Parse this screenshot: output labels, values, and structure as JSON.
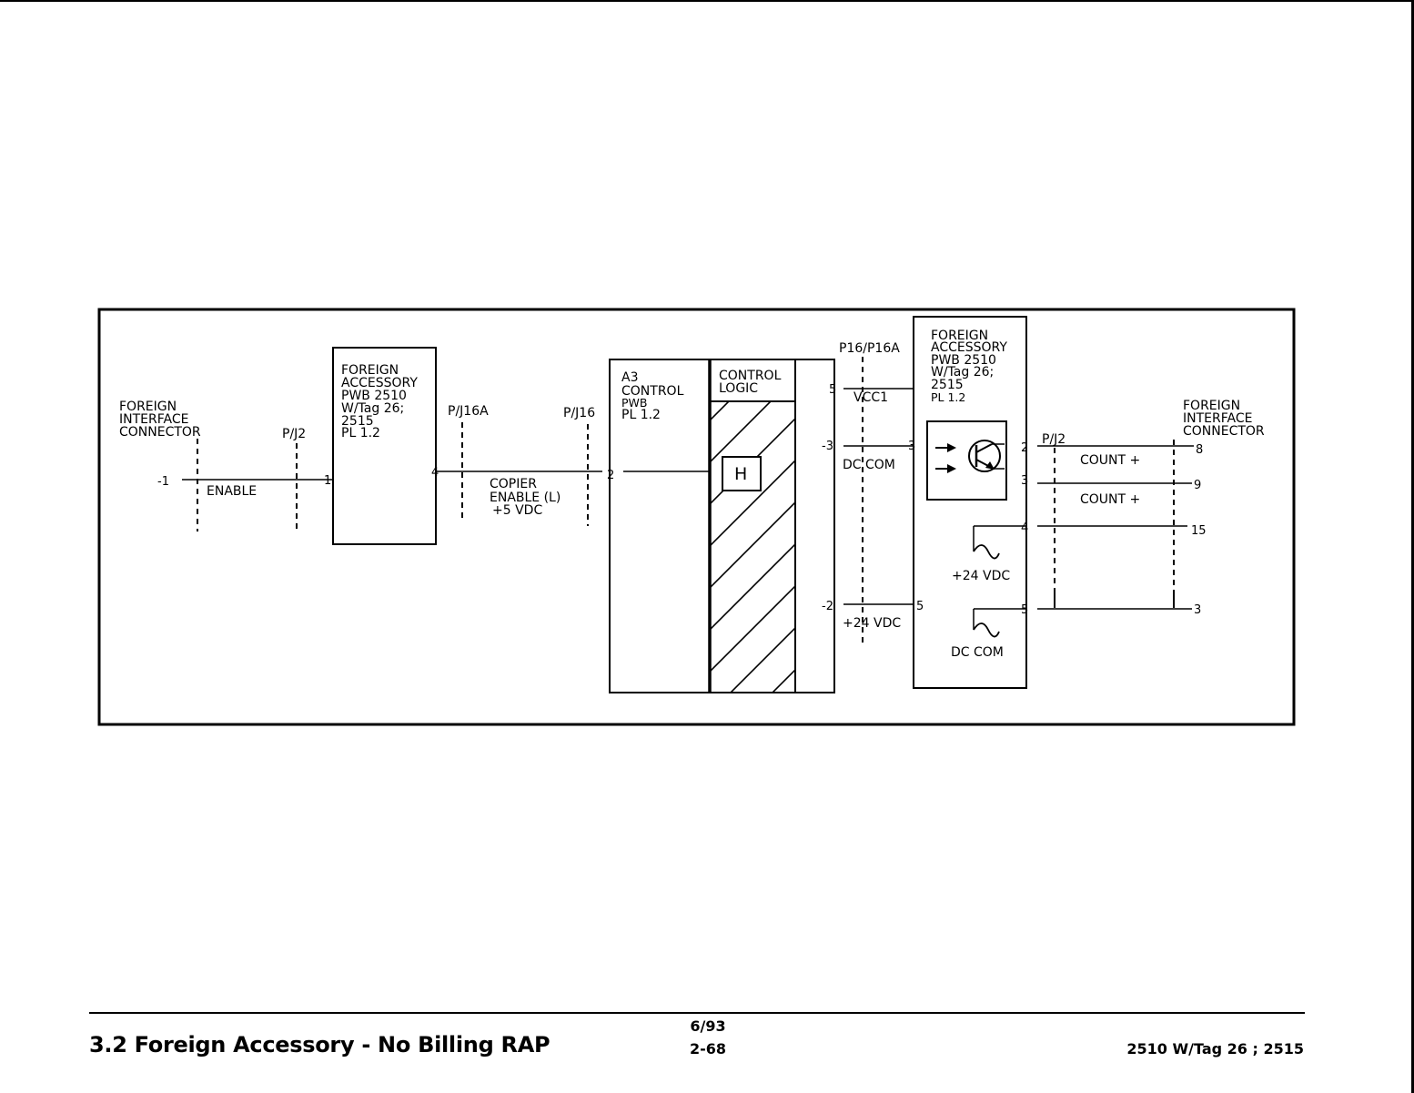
{
  "diagram": {
    "left_connector": [
      "FOREIGN",
      "INTERFACE",
      "CONNECTOR"
    ],
    "right_connector": [
      "FOREIGN",
      "INTERFACE",
      "CONNECTOR"
    ],
    "accessory_pwb_left": [
      "FOREIGN",
      "ACCESSORY",
      "PWB 2510",
      "W/Tag 26;",
      "2515",
      "PL 1.2"
    ],
    "accessory_pwb_right": [
      "FOREIGN",
      "ACCESSORY",
      "PWB 2510",
      "W/Tag 26;",
      "2515",
      "PL 1.2"
    ],
    "a3_control": [
      "A3",
      "CONTROL",
      "PWB",
      "PL 1.2"
    ],
    "control_logic": [
      "CONTROL",
      "LOGIC"
    ],
    "logic_gate": "H",
    "connectors": {
      "pj2_left": "P/J2",
      "pj16a": "P/J16A",
      "pj16": "P/J16",
      "p16_p16a": "P16/P16A",
      "pj2_right": "P/J2"
    },
    "signals": {
      "enable": "ENABLE",
      "copier_enable": [
        "COPIER",
        "ENABLE (L)",
        "+5 VDC"
      ],
      "vcc1": "VCC1",
      "dc_com": "DC COM",
      "plus24_mid": "+24 VDC",
      "plus24_right": "+24 VDC",
      "dc_com_right": "DC COM",
      "count1": "COUNT +",
      "count2": "COUNT +"
    },
    "pins": {
      "left_1": "-1",
      "pwb_1": "1",
      "pwb_4": "4",
      "a3_2": "2",
      "p16_5": "5",
      "p16_3": "-3",
      "p16_2": "-2",
      "r_3": "3",
      "r_5": "5",
      "o_2": "2",
      "o_3": "3",
      "o_4": "4",
      "o_5": "5",
      "c_8": "8",
      "c_9": "9",
      "c_15": "15",
      "c_3": "3"
    }
  },
  "footer": {
    "title": "3.2 Foreign Accessory - No Billing RAP",
    "date": "6/93",
    "page": "2-68",
    "model": "2510 W/Tag 26 ; 2515"
  }
}
